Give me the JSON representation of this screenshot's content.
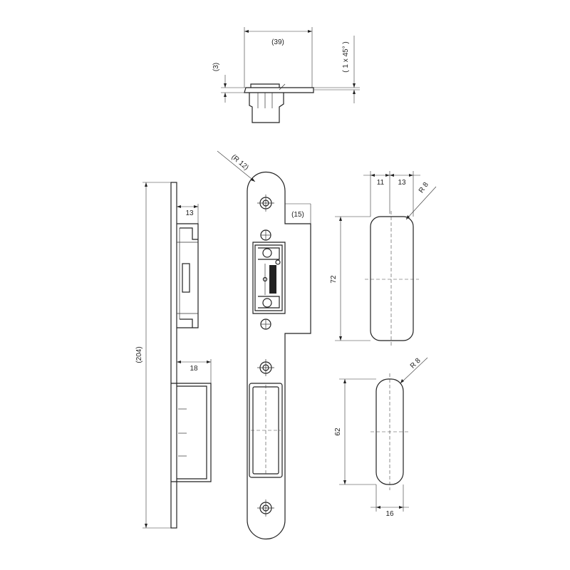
{
  "dimensions": {
    "top_width": "(39)",
    "top_height": "(3)",
    "chamfer": "( 1 x 45° )",
    "radius_strike": "(R 12)",
    "offset_15": "(15)",
    "side_depth_13": "13",
    "side_depth_18": "18",
    "overall_length": "(204)",
    "cover_width_11": "11",
    "cover_width_13": "13",
    "cover_radius_upper": "R 8",
    "cover_height_72": "72",
    "cover_radius_lower": "R 8",
    "cover_height_62": "62",
    "cover_width_16": "16"
  }
}
